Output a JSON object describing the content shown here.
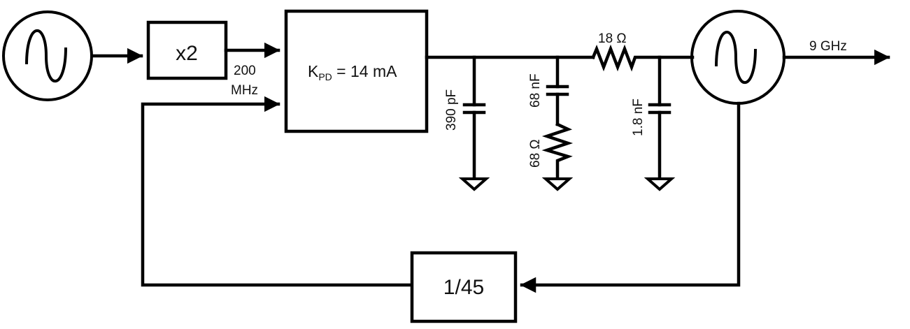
{
  "blocks": {
    "doubler": "x2",
    "phase_detector_prefix": "K",
    "phase_detector_sub": "PD",
    "phase_detector_suffix": " = 14 mA",
    "divider": "1/45"
  },
  "labels": {
    "ref_freq_line1": "200",
    "ref_freq_line2": "MHz",
    "output_freq": "9 GHz"
  },
  "components": {
    "c1": "390 pF",
    "c2": "68 nF",
    "r2": "68 Ω",
    "r3": "18 Ω",
    "c3": "1.8 nF"
  },
  "colors": {
    "stroke": "#000000",
    "text": "#111111"
  },
  "icons": {
    "reference_oscillator": "sine-source-icon",
    "vco": "sine-source-icon",
    "ground": "ground-icon"
  }
}
